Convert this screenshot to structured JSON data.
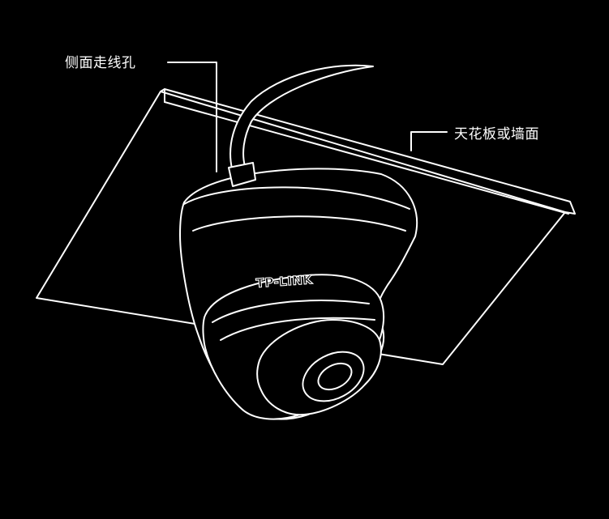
{
  "labels": {
    "side_hole": "侧面走线孔",
    "ceiling_or_wall": "天花板或墙面"
  },
  "brand": {
    "logo_text": "TP-LINK"
  },
  "colors": {
    "background": "#000000",
    "line": "#ffffff"
  }
}
